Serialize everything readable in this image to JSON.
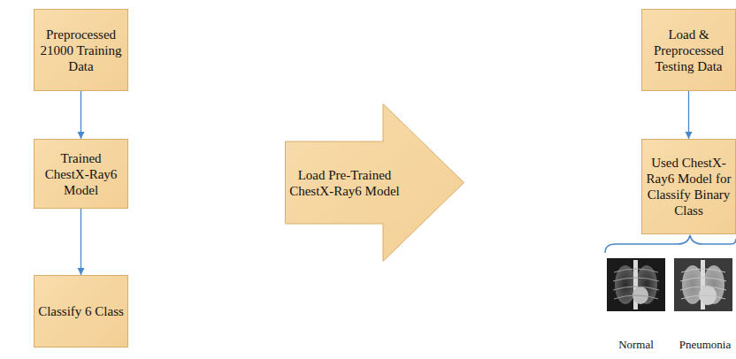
{
  "diagram": {
    "nodes": [
      {
        "text": [
          "Preprocessed 21000 Training Data"
        ]
      },
      {
        "text": [
          "Trained ChestX-Ray6 Model"
        ]
      },
      {
        "text": [
          "Classify 6 Class"
        ]
      },
      {
        "text": [
          "Load Pre-Trained ChestX-Ray6 Model"
        ]
      },
      {
        "text": [
          "Load & Preprocessed Testing Data"
        ]
      },
      {
        "text": [
          "Used ChestX-Ray6 Model for Classify Binary Class"
        ]
      }
    ],
    "edges": [
      {
        "from": 0,
        "to": 1,
        "arrow": "to"
      },
      {
        "from": 1,
        "to": 2,
        "arrow": "to"
      },
      {
        "from": 4,
        "to": 5,
        "arrow": "to"
      }
    ],
    "labels": [
      "Normal",
      "Pneumonia"
    ]
  }
}
